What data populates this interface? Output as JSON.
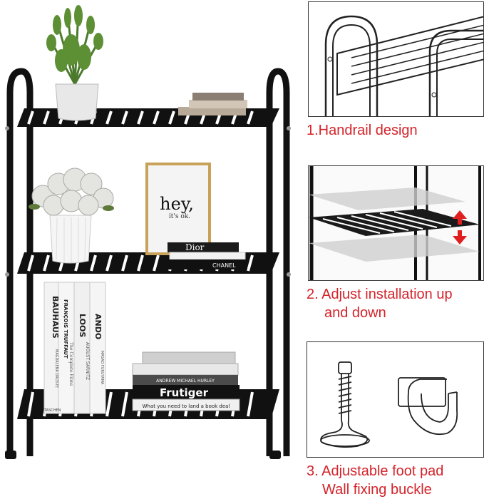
{
  "captions": {
    "c1": "1.Handrail design",
    "c2_line1": "2. Adjust installation up",
    "c2_line2": "and down",
    "c3_line1": "3. Adjustable foot pad",
    "c3_line2": "Wall fixing buckle"
  },
  "props": {
    "frame_line1": "hey,",
    "frame_line2": "it's ok.",
    "book_dior": "Dior",
    "book_chanel": "CHANEL",
    "book_bauhaus": "BAUHAUS",
    "book_bauhaus_sub": "MAGDALENA DROSTE",
    "book_truffaut": "FRANÇOIS TRUFFAUT",
    "book_truffaut_sub": "The Complete Films",
    "book_loos": "LOOS",
    "book_loos_sub": "AUGUST SARNITZ",
    "book_ando": "ANDO",
    "book_ando_sub": "MASAO FURUYAMA",
    "book_taschen": "TASCHEN",
    "book_hurley": "ANDREW MICHAEL HURLEY",
    "book_frutiger": "Frutiger",
    "book_land": "What you need to land a book deal"
  },
  "colors": {
    "caption": "#d4232a",
    "rack": "#111111",
    "arrow": "#e02020"
  }
}
